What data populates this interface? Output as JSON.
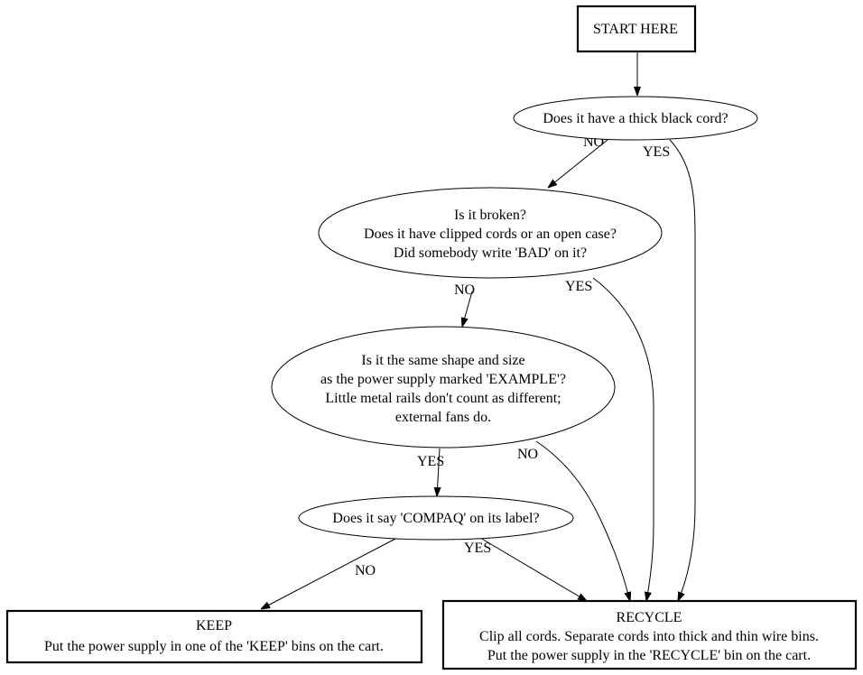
{
  "nodes": {
    "start": {
      "lines": [
        "START HERE"
      ]
    },
    "q1": {
      "lines": [
        "Does it have a thick black cord?"
      ]
    },
    "q2": {
      "lines": [
        "Is it broken?",
        "Does it have clipped cords or an open case?",
        "Did somebody write 'BAD' on it?"
      ]
    },
    "q3": {
      "lines": [
        "Is it the same shape and size",
        "as the power supply marked 'EXAMPLE'?",
        "Little metal rails don't count as different;",
        "external fans do."
      ]
    },
    "q4": {
      "lines": [
        "Does it say 'COMPAQ' on its label?"
      ]
    },
    "keep": {
      "lines": [
        "KEEP",
        "Put the power supply in one of the 'KEEP' bins on the cart."
      ]
    },
    "recycle": {
      "lines": [
        "RECYCLE",
        "Clip all cords. Separate cords into thick and thin wire bins.",
        "Put the power supply in the 'RECYCLE' bin on the cart."
      ]
    }
  },
  "edges": {
    "start_q1": {
      "label": ""
    },
    "q1_q2": {
      "label": "NO"
    },
    "q1_recycle": {
      "label": "YES"
    },
    "q2_q3": {
      "label": "NO"
    },
    "q2_recycle": {
      "label": "YES"
    },
    "q3_q4": {
      "label": "YES"
    },
    "q3_recycle": {
      "label": "NO"
    },
    "q4_keep": {
      "label": "NO"
    },
    "q4_recycle": {
      "label": "YES"
    }
  }
}
